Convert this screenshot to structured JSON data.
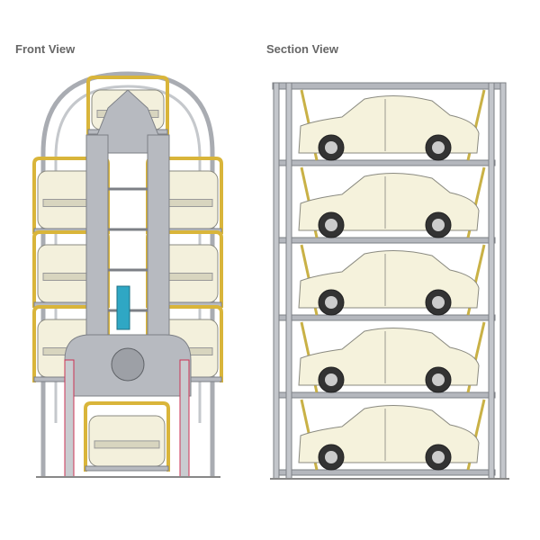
{
  "front_view": {
    "label": "Front View",
    "side_car_rows": 3,
    "colors": {
      "frame": "#a9acb2",
      "hanger": "#d9b53a",
      "car": "#f3f0dc",
      "motor": "#2fa7c4"
    }
  },
  "section_view": {
    "label": "Section View",
    "levels": 5,
    "colors": {
      "frame": "#9a9ea6",
      "hanger": "#c9b146",
      "car": "#f5f2dc"
    }
  }
}
